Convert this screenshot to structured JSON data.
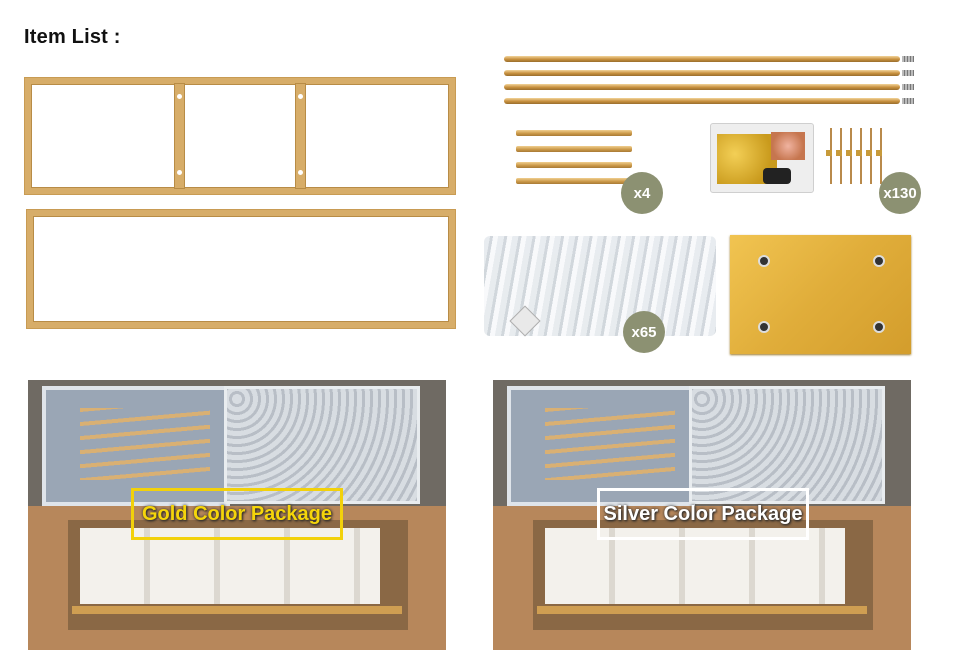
{
  "title": "Item List :",
  "badges": {
    "short_bars": "x4",
    "hardware": "x130",
    "acrylic": "x65"
  },
  "packages": {
    "gold": "Gold Color Package",
    "silver": "Silver Color Package"
  },
  "colors": {
    "gold_frame": "#d7ad69",
    "badge": "#8c9172",
    "gold_label": "#f2d10a",
    "silver_label": "#ffffff",
    "gold_plate": "#e0ad3a",
    "cardboard": "#b7875b"
  }
}
